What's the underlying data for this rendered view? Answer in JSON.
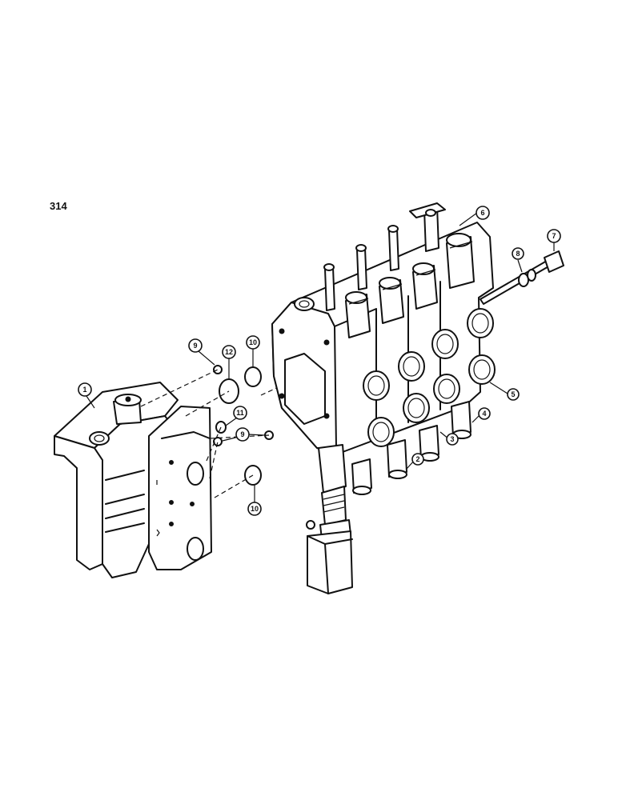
{
  "page_number": "314",
  "callouts": [
    {
      "id": "c1",
      "label": "1"
    },
    {
      "id": "c2",
      "label": "2"
    },
    {
      "id": "c3",
      "label": "3"
    },
    {
      "id": "c4",
      "label": "4"
    },
    {
      "id": "c5",
      "label": "5"
    },
    {
      "id": "c6",
      "label": "6"
    },
    {
      "id": "c7",
      "label": "7"
    },
    {
      "id": "c8",
      "label": "8"
    },
    {
      "id": "c9a",
      "label": "9"
    },
    {
      "id": "c9b",
      "label": "9"
    },
    {
      "id": "c10a",
      "label": "10"
    },
    {
      "id": "c10b",
      "label": "10"
    },
    {
      "id": "c11",
      "label": "11"
    },
    {
      "id": "c12",
      "label": "12"
    }
  ]
}
